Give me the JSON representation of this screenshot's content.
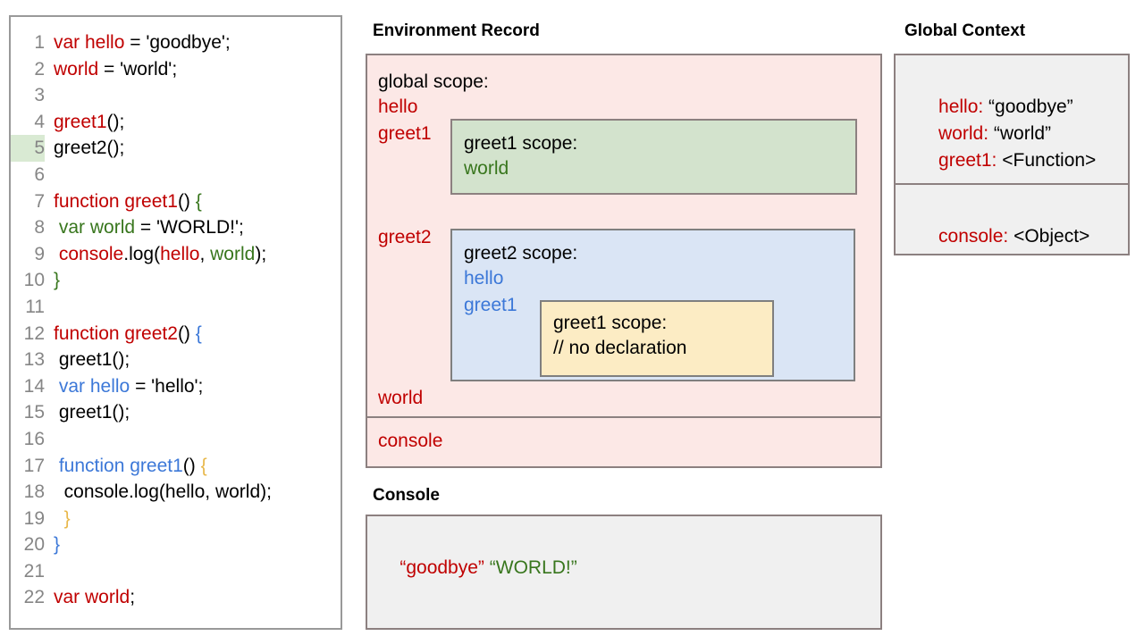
{
  "code_editor": {
    "highlighted_line": 5,
    "lines": [
      {
        "num": "1",
        "tokens": [
          {
            "t": "var hello",
            "c": "red"
          },
          {
            "t": " = 'goodbye';",
            "c": "black"
          }
        ]
      },
      {
        "num": "2",
        "tokens": [
          {
            "t": "world",
            "c": "red"
          },
          {
            "t": " = 'world';",
            "c": "black"
          }
        ]
      },
      {
        "num": "3",
        "tokens": []
      },
      {
        "num": "4",
        "tokens": [
          {
            "t": "greet1",
            "c": "red"
          },
          {
            "t": "();",
            "c": "black"
          }
        ]
      },
      {
        "num": "5",
        "tokens": [
          {
            "t": "greet2();",
            "c": "black"
          }
        ]
      },
      {
        "num": "6",
        "tokens": []
      },
      {
        "num": "7",
        "tokens": [
          {
            "t": "function greet1",
            "c": "red"
          },
          {
            "t": "() ",
            "c": "black"
          },
          {
            "t": "{",
            "c": "green"
          }
        ]
      },
      {
        "num": "8",
        "tokens": [
          {
            "t": " ",
            "c": "black"
          },
          {
            "t": "var world",
            "c": "green"
          },
          {
            "t": " = 'WORLD!';",
            "c": "black"
          }
        ]
      },
      {
        "num": "9",
        "tokens": [
          {
            "t": " ",
            "c": "black"
          },
          {
            "t": "console",
            "c": "red"
          },
          {
            "t": ".log(",
            "c": "black"
          },
          {
            "t": "hello",
            "c": "red"
          },
          {
            "t": ", ",
            "c": "black"
          },
          {
            "t": "world",
            "c": "green"
          },
          {
            "t": ");",
            "c": "black"
          }
        ]
      },
      {
        "num": "10",
        "tokens": [
          {
            "t": "}",
            "c": "green"
          }
        ]
      },
      {
        "num": "11",
        "tokens": []
      },
      {
        "num": "12",
        "tokens": [
          {
            "t": "function greet2",
            "c": "red"
          },
          {
            "t": "() ",
            "c": "black"
          },
          {
            "t": "{",
            "c": "blue"
          }
        ]
      },
      {
        "num": "13",
        "tokens": [
          {
            "t": " greet1();",
            "c": "black"
          }
        ]
      },
      {
        "num": "14",
        "tokens": [
          {
            "t": " ",
            "c": "black"
          },
          {
            "t": "var hello",
            "c": "blue"
          },
          {
            "t": " = 'hello';",
            "c": "black"
          }
        ]
      },
      {
        "num": "15",
        "tokens": [
          {
            "t": " greet1();",
            "c": "black"
          }
        ]
      },
      {
        "num": "16",
        "tokens": []
      },
      {
        "num": "17",
        "tokens": [
          {
            "t": " ",
            "c": "black"
          },
          {
            "t": "function greet1",
            "c": "blue"
          },
          {
            "t": "() ",
            "c": "black"
          },
          {
            "t": "{",
            "c": "orange"
          }
        ]
      },
      {
        "num": "18",
        "tokens": [
          {
            "t": "  console.log(hello, world);",
            "c": "black"
          }
        ]
      },
      {
        "num": "19",
        "tokens": [
          {
            "t": "  }",
            "c": "orange"
          }
        ]
      },
      {
        "num": "20",
        "tokens": [
          {
            "t": "}",
            "c": "blue"
          }
        ]
      },
      {
        "num": "21",
        "tokens": []
      },
      {
        "num": "22",
        "tokens": [
          {
            "t": "var world",
            "c": "red"
          },
          {
            "t": ";",
            "c": "black"
          }
        ]
      }
    ]
  },
  "environment_record": {
    "heading": "Environment Record",
    "global_scope_label": "global scope:",
    "global_bindings": {
      "hello": "hello",
      "greet1": "greet1",
      "greet2": "greet2",
      "world": "world"
    },
    "console_binding": "console",
    "greet1_scope": {
      "label": "greet1 scope:",
      "bindings": [
        "world"
      ]
    },
    "greet2_scope": {
      "label": "greet2 scope:",
      "bindings": [
        "hello",
        "greet1"
      ]
    },
    "greet1_inner_scope": {
      "label": "greet1 scope:",
      "note": "// no declaration"
    }
  },
  "global_context": {
    "heading": "Global Context",
    "entries": [
      {
        "key": "hello:",
        "value": " “goodbye”"
      },
      {
        "key": "world:",
        "value": " “world”"
      },
      {
        "key": "greet1:",
        "value": " <Function>"
      }
    ],
    "object_entry": {
      "key": "console:",
      "value": " <Object>"
    }
  },
  "console": {
    "heading": "Console",
    "output": [
      {
        "text": "“goodbye”",
        "color": "red"
      },
      {
        "text": "“WORLD!”",
        "color": "green"
      }
    ]
  },
  "colors": {
    "red": "#c00000",
    "green": "#38761d",
    "blue": "#3c78d8",
    "orange": "#e8b84b",
    "pink_panel": "#fce8e6",
    "green_box": "#d3e3cd",
    "blue_box": "#dae5f5",
    "yellow_box": "#fcecc4",
    "gray_box": "#f0f0f0",
    "line_highlight": "#d9ead3"
  }
}
